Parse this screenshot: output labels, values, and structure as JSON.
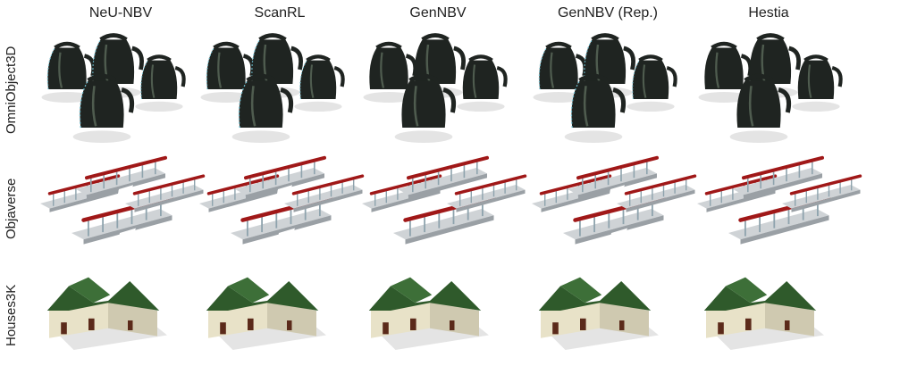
{
  "columns": [
    "NeU-NBV",
    "ScanRL",
    "GenNBV",
    "GenNBV (Rep.)",
    "Hestia"
  ],
  "rows": [
    "OmniObject3D",
    "Objaverse",
    "Houses3K"
  ],
  "colors": {
    "kettle_body": "#1f2421",
    "kettle_highlight": "#5b6a5b",
    "kettle_edge_noise": "#6fc3d6",
    "bench_frame": "#cfd3d6",
    "bench_rail": "#a01818",
    "bench_leg": "#8ea3ad",
    "house_roof": "#2f5a2b",
    "house_wall": "#e8e2c8",
    "house_door": "#5b2a1a",
    "shadow": "#d8d8d8"
  }
}
